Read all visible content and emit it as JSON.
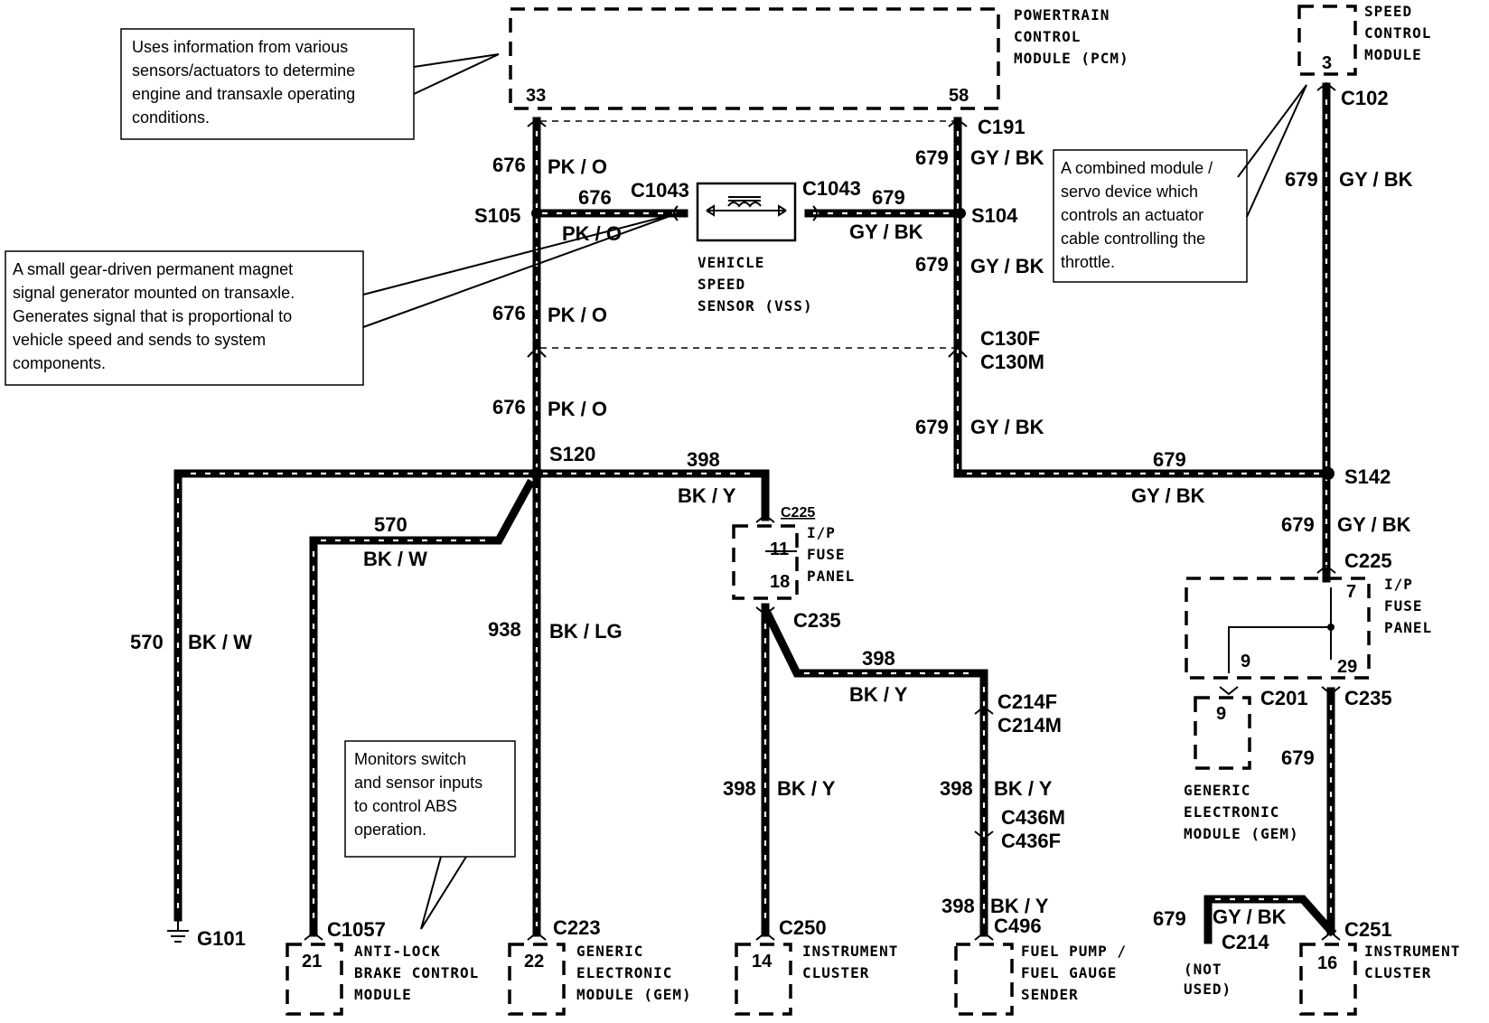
{
  "modules": {
    "pcm": [
      "POWERTRAIN",
      "CONTROL",
      "MODULE (PCM)"
    ],
    "pcm_pins": [
      "33",
      "58"
    ],
    "speed_control": [
      "SPEED",
      "CONTROL",
      "MODULE"
    ],
    "speed_control_pin": "3",
    "vss": [
      "VEHICLE",
      "SPEED",
      "SENSOR (VSS)"
    ],
    "ip_fuse_left": [
      "I/P",
      "FUSE",
      "PANEL"
    ],
    "ip_fuse_left_pins": [
      "11",
      "18"
    ],
    "ip_fuse_right": [
      "I/P",
      "FUSE",
      "PANEL"
    ],
    "ip_fuse_right_pins": [
      "7",
      "9",
      "29"
    ],
    "gem_right": [
      "GENERIC",
      "ELECTRONIC",
      "MODULE (GEM)"
    ],
    "gem_right_pin": "9",
    "abs": [
      "ANTI-LOCK",
      "BRAKE CONTROL",
      "MODULE"
    ],
    "abs_pin": "21",
    "gem_bottom": [
      "GENERIC",
      "ELECTRONIC",
      "MODULE (GEM)"
    ],
    "gem_bottom_pin": "22",
    "cluster_left": [
      "INSTRUMENT",
      "CLUSTER"
    ],
    "cluster_left_pin": "14",
    "fuel": [
      "FUEL PUMP /",
      "FUEL GAUGE",
      "SENDER"
    ],
    "cluster_right": [
      "INSTRUMENT",
      "CLUSTER"
    ],
    "cluster_right_pin": "16",
    "not_used": [
      "(NOT",
      "USED)"
    ]
  },
  "connectors": {
    "c191": "C191",
    "c102": "C102",
    "c1043a": "C1043",
    "c1043b": "C1043",
    "s105": "S105",
    "s104": "S104",
    "c130f": "C130F",
    "c130m": "C130M",
    "s120": "S120",
    "s142": "S142",
    "c225a": "C225",
    "c225b": "C225",
    "c235a": "C235",
    "c235b": "C235",
    "c201": "C201",
    "c214f": "C214F",
    "c214m": "C214M",
    "c436m": "C436M",
    "c436f": "C436F",
    "c496": "C496",
    "c1057": "C1057",
    "c223": "C223",
    "c250": "C250",
    "c251": "C251",
    "c214": "C214",
    "g101": "G101"
  },
  "wires": {
    "w676a": "676",
    "pko_a": "PK / O",
    "w676b": "676",
    "pko_b": "PK / O",
    "w676c": "676",
    "pko_c": "PK / O",
    "w676d": "676",
    "pko_d": "PK / O",
    "w679a": "679",
    "gybk_a": "GY / BK",
    "w679b": "679",
    "gybk_b": "GY / BK",
    "w679c": "679",
    "gybk_c": "GY / BK",
    "w679d": "679",
    "gybk_d": "GY / BK",
    "w679e": "679",
    "gybk_e": "GY / BK",
    "w679f": "679",
    "gybk_f": "GY / BK",
    "w679g": "679",
    "w679h": "679",
    "gybk_h": "GY / BK",
    "w679i": "679",
    "gybk_i": "GY / BK",
    "w398a": "398",
    "bky_a": "BK / Y",
    "w398b": "398",
    "bky_b": "BK / Y",
    "w398c": "398",
    "bky_c": "BK / Y",
    "w398d": "398",
    "bky_d": "BK / Y",
    "w398e": "398",
    "bky_e": "BK / Y",
    "w570a": "570",
    "bkw_a": "BK / W",
    "w570b": "570",
    "bkw_b": "BK / W",
    "w938": "938",
    "bklg": "BK / LG"
  },
  "notes": {
    "pcm": [
      "Uses information from various",
      "sensors/actuators to determine",
      "engine and transaxle operating",
      "conditions."
    ],
    "vss": [
      "A small gear-driven permanent magnet",
      "signal generator mounted on transaxle.",
      "Generates signal that is proportional to",
      "vehicle speed and sends to system",
      "components."
    ],
    "speed_control": [
      "A combined module /",
      "servo device which",
      "controls an actuator",
      "cable controlling the",
      "throttle."
    ],
    "abs": [
      "Monitors switch",
      "and sensor inputs",
      "to control ABS",
      "operation."
    ]
  }
}
